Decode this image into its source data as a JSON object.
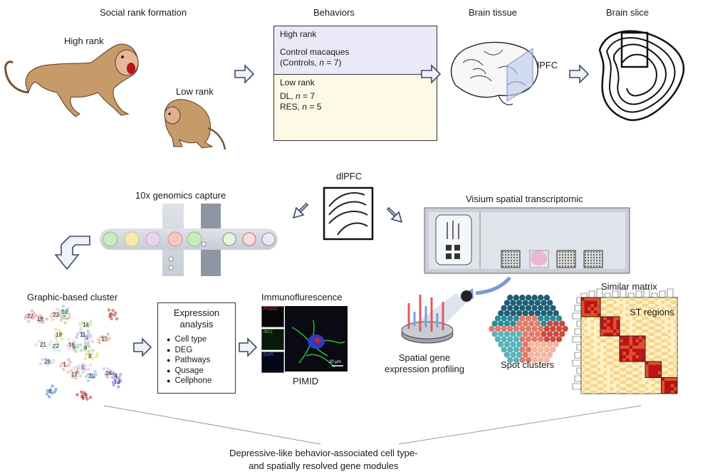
{
  "top": {
    "social_rank_title": "Social rank formation",
    "high_rank_label": "High rank",
    "low_rank_label": "Low rank",
    "behaviors_title": "Behaviors",
    "brain_tissue_title": "Brain tissue",
    "brain_slice_title": "Brain slice",
    "dlpfc_label": "dlPFC"
  },
  "behaviors_box": {
    "high_rank": "High rank",
    "control_line1": "Control macaques",
    "control_line2_pre": "(Controls, ",
    "n_italic": "n",
    "control_line2_post": " = 7)",
    "low_rank": "Low rank",
    "dl_pre": "DL, ",
    "dl_post": " = 7",
    "res_pre": "RES, ",
    "res_post": " = 5"
  },
  "middle": {
    "dlpfc_label": "dlPFC",
    "genomics_title": "10x genomics capture",
    "visium_title": "Visium spatial transcriptomic"
  },
  "bottom": {
    "cluster_title": "Graphic-based cluster",
    "expression_title_line1": "Expression",
    "expression_title_line2": "analysis",
    "expression_items": [
      "Cell type",
      "DEG",
      "Pathways",
      "Qusage",
      "Cellphone"
    ],
    "immuno_title": "Immunoflurescence",
    "pimid_label": "PIMID",
    "immuno_mini_labels": [
      "FOXP2",
      "IBA1",
      "DAPI"
    ],
    "scale_bar": "20 μm",
    "spatial_profiling_line1": "Spatial gene",
    "spatial_profiling_line2": "expression profiling",
    "spot_clusters": "Spot clusters",
    "similar_matrix": "Similar matrix",
    "st_regions": "ST regions",
    "conclusion_line1": "Depressive-like behavior-associated cell type-",
    "conclusion_line2": "and spatially resolved gene modules"
  },
  "umap_cluster_ids": [
    "0",
    "1",
    "2",
    "3",
    "4",
    "5",
    "6",
    "7",
    "8",
    "9",
    "10",
    "11",
    "12",
    "13",
    "14",
    "15",
    "16",
    "17",
    "18",
    "19",
    "20",
    "21",
    "22",
    "23",
    "24",
    "26",
    "27",
    "28"
  ],
  "colors": {
    "behav_high_bg": "#ebe9f7",
    "behav_low_bg": "#fdf9e6",
    "arrow_fill": "#f0f2f8",
    "arrow_stroke": "#3d4a6b",
    "chip_gray": "#8e95a3",
    "heatmap_dark": "#b8141a",
    "heatmap_light": "#fdf1c6"
  }
}
